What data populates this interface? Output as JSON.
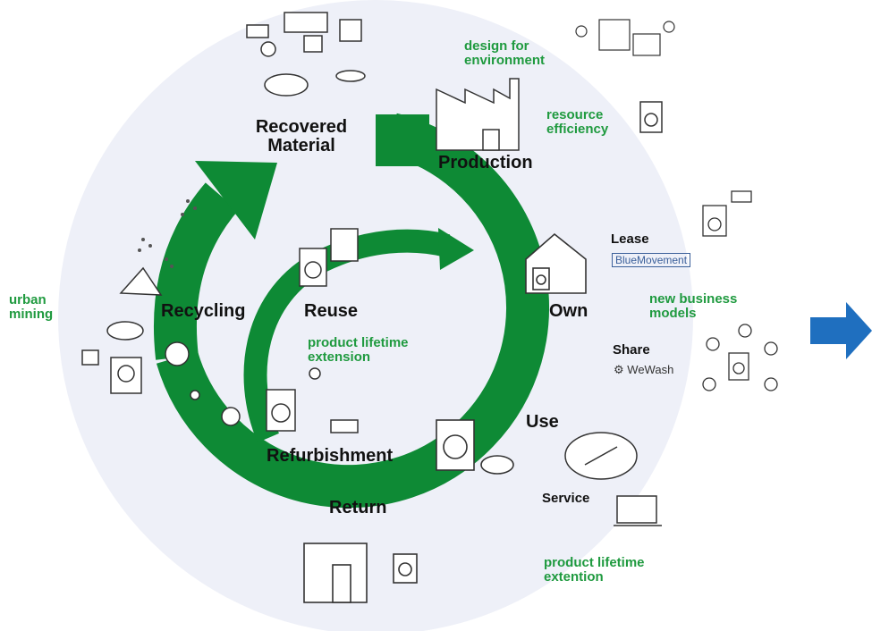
{
  "colors": {
    "circle_bg": "#eef0f8",
    "loop_green": "#0e8a35",
    "label_green": "#1f9a3f",
    "arrow_blue": "#1f6fbf",
    "text_black": "#111111"
  },
  "stages": {
    "recovered_material": "Recovered Material",
    "production": "Production",
    "own": "Own",
    "use": "Use",
    "return": "Return",
    "recycling": "Recycling",
    "reuse": "Reuse",
    "refurbishment": "Refurbishment"
  },
  "notes": {
    "design_for_environment": "design for environment",
    "resource_efficiency": "resource efficiency",
    "new_business_models": "new business models",
    "product_lifetime_extension_inner": "product lifetime extension",
    "product_lifetime_extention_outer": "product lifetime extention",
    "urban_mining": "urban mining"
  },
  "services": {
    "lease": "Lease",
    "lease_brand": "BlueMovement",
    "share": "Share",
    "share_brand": "WeWash",
    "service": "Service"
  },
  "icons": [
    "scrap-materials-icon",
    "factory-icon",
    "house-icon",
    "washing-machine-icon",
    "drop-off-box-icon",
    "cloud-wrench-icon",
    "laptop-icon",
    "certificate-icon",
    "people-network-icon",
    "designer-desk-icon"
  ]
}
